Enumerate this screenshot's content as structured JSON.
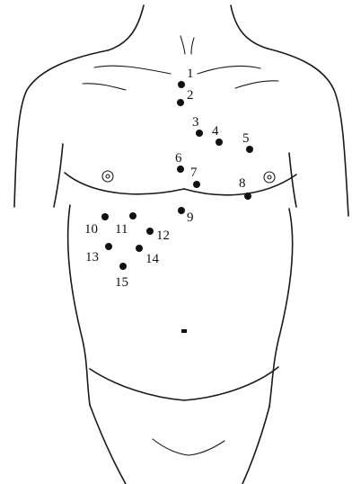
{
  "diagram": {
    "points": [
      {
        "label": "1"
      },
      {
        "label": "2"
      },
      {
        "label": "3"
      },
      {
        "label": "4"
      },
      {
        "label": "5"
      },
      {
        "label": "6"
      },
      {
        "label": "7"
      },
      {
        "label": "8"
      },
      {
        "label": "9"
      },
      {
        "label": "10"
      },
      {
        "label": "11"
      },
      {
        "label": "12"
      },
      {
        "label": "13"
      },
      {
        "label": "14"
      },
      {
        "label": "15"
      }
    ]
  }
}
